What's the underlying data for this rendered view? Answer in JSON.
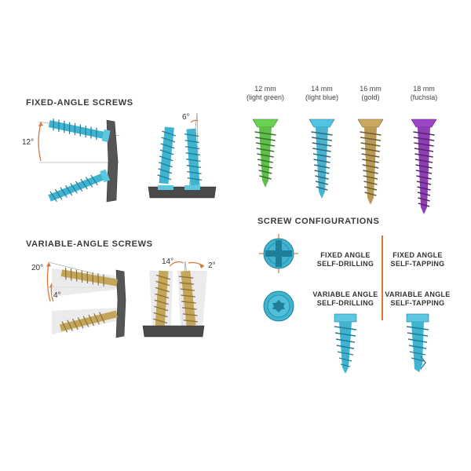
{
  "sections": {
    "fixed_angle_title": "FIXED-ANGLE SCREWS",
    "variable_angle_title": "VARIABLE-ANGLE SCREWS",
    "configurations_title": "SCREW CONFIGURATIONS"
  },
  "fixed_angles": {
    "tilt": "12°",
    "convergence": "6°"
  },
  "variable_angles": {
    "tilt_max": "20°",
    "tilt_min": "4°",
    "conv_max": "14°",
    "conv_min": "2°"
  },
  "sizes": [
    {
      "length": "12 mm",
      "color_name": "(light green)",
      "color": "#5fbf4a"
    },
    {
      "length": "14 mm",
      "color_name": "(light blue)",
      "color": "#49b3cf"
    },
    {
      "length": "16 mm",
      "color_name": "(gold)",
      "color": "#b89a55"
    },
    {
      "length": "18 mm",
      "color_name": "(fuchsia)",
      "color": "#8e3fb5"
    }
  ],
  "configurations": {
    "fixed_self_drilling": {
      "line1": "FIXED ANGLE",
      "line2": "SELF-DRILLING"
    },
    "fixed_self_tapping": {
      "line1": "FIXED ANGLE",
      "line2": "SELF-TAPPING"
    },
    "variable_self_drilling": {
      "line1": "VARIABLE ANGLE",
      "line2": "SELF-DRILLING"
    },
    "variable_self_tapping": {
      "line1": "VARIABLE ANGLE",
      "line2": "SELF-TAPPING"
    }
  },
  "colors": {
    "accent": "#d9773b",
    "cyan_screw": "#3fb3d0",
    "gold_screw": "#c4a65a",
    "plate": "#4a4a4a"
  }
}
